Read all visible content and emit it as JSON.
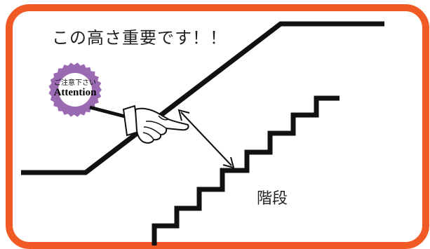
{
  "headline": "この高さ重要です！！",
  "stairs_label": "階段",
  "badge": {
    "small_text": "ご注意下さい",
    "main_text": "Attention"
  },
  "colors": {
    "frame": "#f15a24",
    "line": "#111111",
    "badge_outer": "#9a6ab3",
    "badge_inner": "#ffffff"
  },
  "icons": {
    "hand": "pointing-hand-icon",
    "arrow": "double-headed-arrow-icon"
  }
}
